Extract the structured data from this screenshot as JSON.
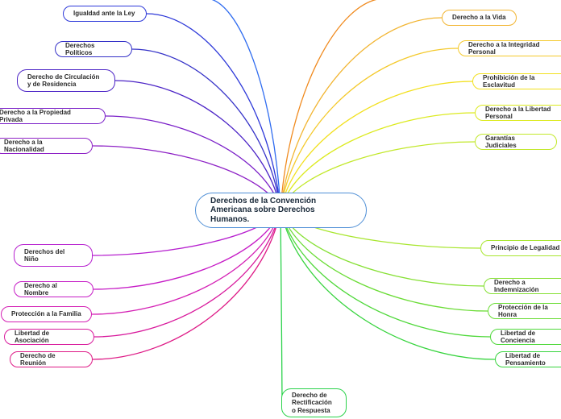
{
  "center": {
    "label": "Derechos de la Convención\nAmericana sobre Derechos\nHumanos.",
    "color": "#4f8fd6"
  },
  "nodes": [
    {
      "id": "igualdad-ante-la-ley",
      "label": "Igualdad ante la Ley",
      "color": "#2e39d9"
    },
    {
      "id": "derechos-politicos",
      "label": "Derechos Políticos",
      "color": "#3532c8"
    },
    {
      "id": "derecho-de-circulacion",
      "label": "Derecho de Circulación\ny de Residencia",
      "color": "#4b23c6"
    },
    {
      "id": "derecho-propiedad-privada",
      "label": "Derecho a la Propiedad Privada",
      "color": "#7a1fc8"
    },
    {
      "id": "derecho-nacionalidad",
      "label": "Derecho a la Nacionalidad",
      "color": "#8e22c6"
    },
    {
      "id": "derechos-del-nino",
      "label": "Derechos del\nNiño",
      "color": "#b61fcf"
    },
    {
      "id": "derecho-al-nombre",
      "label": "Derecho al Nombre",
      "color": "#c61cc6"
    },
    {
      "id": "proteccion-familia",
      "label": "Protección a la Familia",
      "color": "#d41fb4"
    },
    {
      "id": "libertad-asociacion",
      "label": "Libertad de Asociación",
      "color": "#d8199c"
    },
    {
      "id": "derecho-reunion",
      "label": "Derecho de Reunión",
      "color": "#de1a86"
    },
    {
      "id": "derecho-vida",
      "label": "Derecho a la Vida",
      "color": "#f2b532"
    },
    {
      "id": "derecho-integridad",
      "label": "Derecho a la Integridad Personal",
      "color": "#f4c92b"
    },
    {
      "id": "prohibicion-esclavitud",
      "label": "Prohibición de la Esclavitud",
      "color": "#f2e01e"
    },
    {
      "id": "derecho-libertad-personal",
      "label": "Derecho a la Libertad Personal",
      "color": "#dcea1f"
    },
    {
      "id": "garantias-judiciales",
      "label": "Garantías Judiciales",
      "color": "#c2e82a"
    },
    {
      "id": "principio-legalidad",
      "label": "Principio de Legalidad",
      "color": "#a8e62e"
    },
    {
      "id": "derecho-indemnizacion",
      "label": "Derecho a Indemnización",
      "color": "#86e034"
    },
    {
      "id": "proteccion-honra",
      "label": "Protección de la Honra",
      "color": "#6adc35"
    },
    {
      "id": "libertad-conciencia",
      "label": "Libertad de Conciencia",
      "color": "#4fd83a"
    },
    {
      "id": "libertad-pensamiento",
      "label": "Libertad de Pensamiento",
      "color": "#37d43e"
    },
    {
      "id": "derecho-rectificacion",
      "label": "Derecho de\nRectificación\no  Respuesta",
      "color": "#2ad24a"
    }
  ],
  "offscreen_links": [
    {
      "color": "#2f6cf0"
    },
    {
      "color": "#f08a1e"
    }
  ]
}
